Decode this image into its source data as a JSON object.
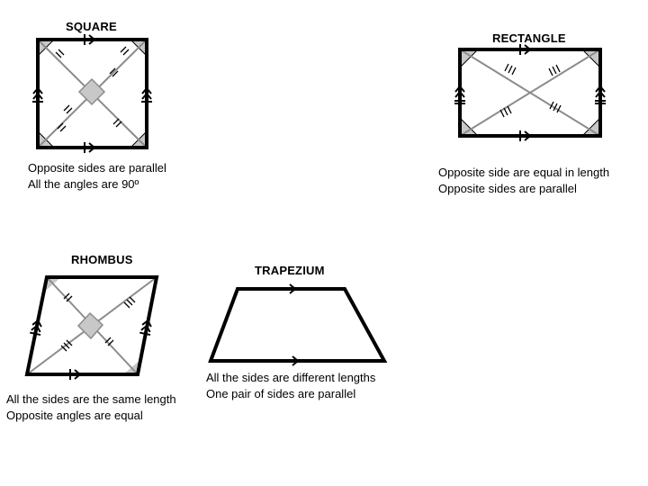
{
  "shapes": {
    "square": {
      "title": "SQUARE",
      "lines": [
        "Opposite sides are parallel",
        "All the angles are 90º"
      ]
    },
    "rectangle": {
      "title": "RECTANGLE",
      "lines": [
        "Opposite side are equal in length",
        "Opposite sides are parallel"
      ]
    },
    "rhombus": {
      "title": "RHOMBUS",
      "lines": [
        "All the sides are the same length",
        "Opposite angles are equal"
      ]
    },
    "trapezium": {
      "title": "TRAPEZIUM",
      "lines": [
        "All the sides are different lengths",
        "One pair of sides are parallel"
      ]
    }
  },
  "colors": {
    "outline": "#000000",
    "diagonal": "#8c8c8c",
    "marker_fill": "#c8c8c8"
  }
}
